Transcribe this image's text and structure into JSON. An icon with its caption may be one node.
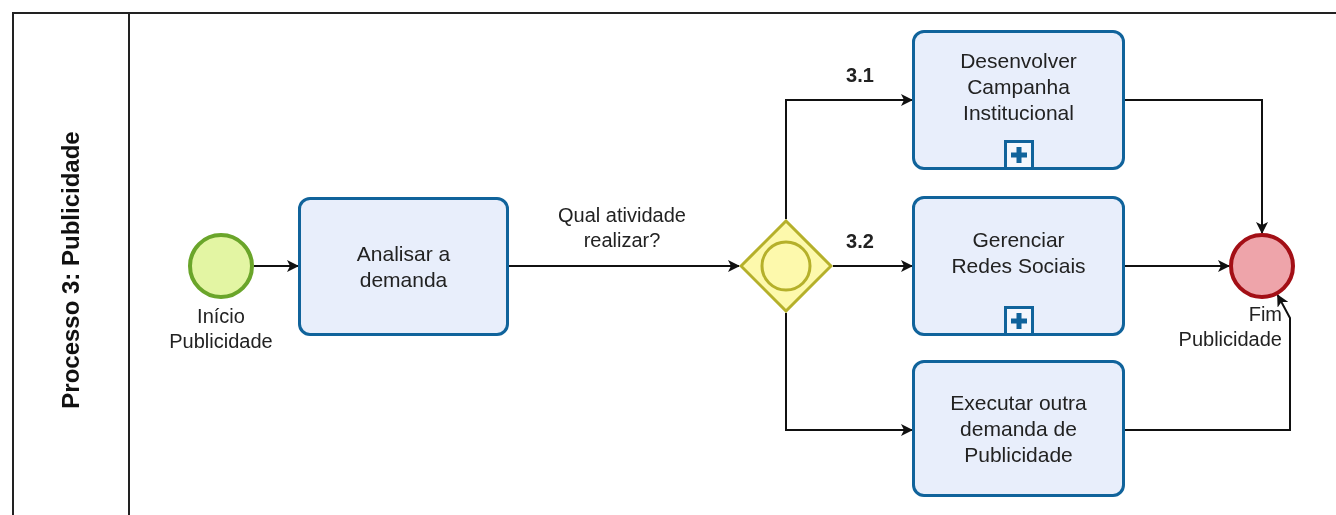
{
  "diagram": {
    "nodes": [
      {
        "text": [
          "Processo 3: Publicidade"
        ]
      },
      {
        "text": [],
        "shape": "circle",
        "beside": [
          "Início Publicidade"
        ],
        "in": 0
      },
      {
        "text": [
          "Analisar a demanda"
        ],
        "in": 0
      },
      {
        "text": [],
        "shape": "diamond",
        "in": 0
      },
      {
        "text": [
          "Desenvolver Campanha Institucional"
        ],
        "in": 0
      },
      {
        "text": [
          "Gerenciar Redes Sociais"
        ],
        "in": 0
      },
      {
        "text": [
          "Executar outra demanda de Publicidade"
        ],
        "in": 0
      },
      {
        "text": [],
        "shape": "circle",
        "beside": [
          "Fim Publicidade"
        ],
        "in": 0
      }
    ],
    "edges": [
      {
        "from": 1,
        "to": 2,
        "arrow": "to"
      },
      {
        "from": 2,
        "to": 3,
        "arrow": "to",
        "label": "Qual atividade realizar?"
      },
      {
        "from": 3,
        "to": 4,
        "arrow": "to",
        "label": "3.1"
      },
      {
        "from": 3,
        "to": 5,
        "arrow": "to",
        "label": "3.2"
      },
      {
        "from": 3,
        "to": 6,
        "arrow": "to"
      },
      {
        "from": 4,
        "to": 7,
        "arrow": "to"
      },
      {
        "from": 5,
        "to": 7,
        "arrow": "to"
      },
      {
        "from": 6,
        "to": 7,
        "arrow": "to"
      }
    ]
  }
}
